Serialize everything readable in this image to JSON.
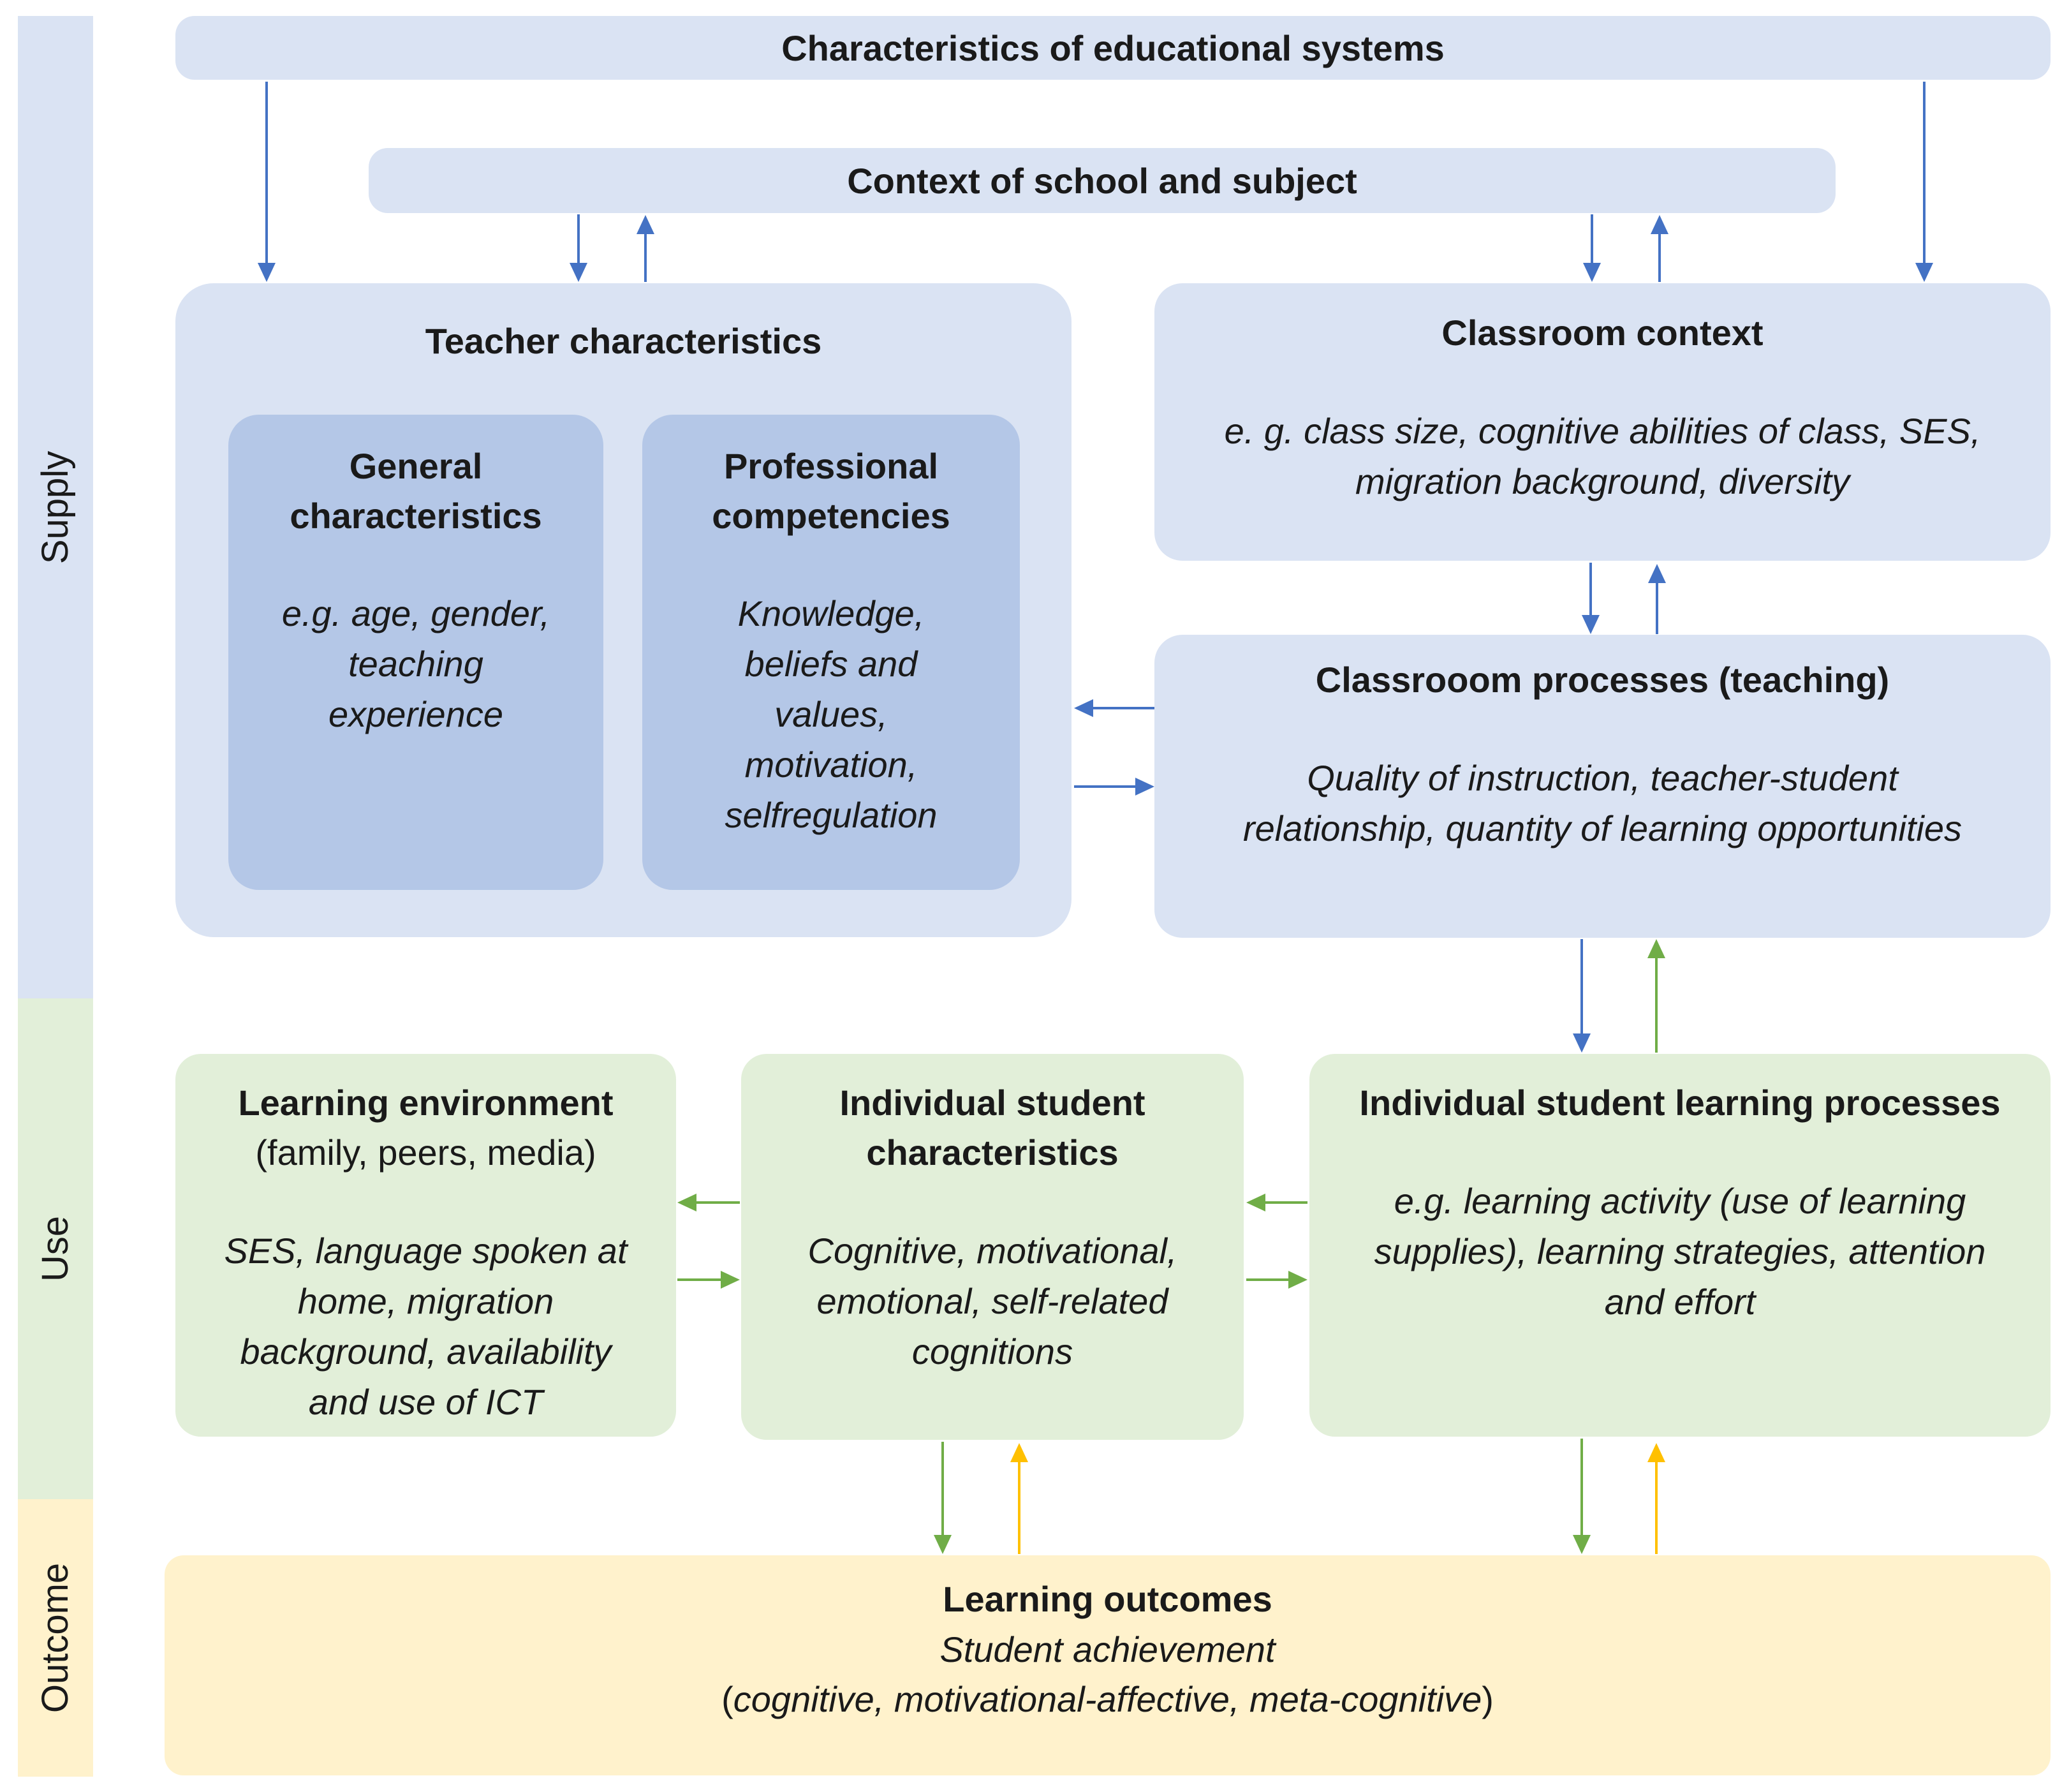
{
  "bands": {
    "supply": "Supply",
    "use": "Use",
    "outcome": "Outcome"
  },
  "educational_systems": "Characteristics of educational systems",
  "school_context": "Context of school and subject",
  "teacher": {
    "title": "Teacher characteristics",
    "general": {
      "title_line1": "General",
      "title_line2": "characteristics",
      "desc": [
        "e.g. age, gender,",
        "teaching",
        "experience"
      ]
    },
    "professional": {
      "title_line1": "Professional",
      "title_line2": "competencies",
      "desc": [
        "Knowledge,",
        "beliefs and",
        "values,",
        "motivation,",
        "selfregulation"
      ]
    }
  },
  "classroom_context": {
    "title": "Classroom context",
    "desc": [
      "e. g. class size, cognitive abilities of class, SES,",
      "migration background, diversity"
    ]
  },
  "classroom_processes": {
    "title": "Classrooom processes (teaching)",
    "desc": [
      "Quality of instruction, teacher-student",
      "relationship, quantity of learning opportunities"
    ]
  },
  "learning_environment": {
    "title": "Learning environment",
    "subtitle": "(family, peers, media)",
    "desc": [
      "SES, language spoken at",
      "home, migration",
      "background, availability",
      "and use of ICT"
    ]
  },
  "student_characteristics": {
    "title_line1": "Individual student",
    "title_line2": "characteristics",
    "desc": [
      "Cognitive, motivational,",
      "emotional, self-related",
      "cognitions"
    ]
  },
  "student_processes": {
    "title": "Individual student learning processes",
    "desc": [
      "e.g. learning activity (use of learning",
      "supplies), learning strategies, attention",
      "and effort"
    ]
  },
  "outcomes": {
    "title": "Learning outcomes",
    "line1": "Student achievement",
    "line2_open": "(",
    "line2_italic": "cognitive, motivational-affective, meta-cognitive",
    "line2_close": ")"
  },
  "colors": {
    "supply": "#dae3f3",
    "supply_inner": "#b4c7e7",
    "use": "#e2efd9",
    "outcome": "#fff2cc",
    "arrow_blue": "#4472c4",
    "arrow_green": "#70ad47",
    "arrow_yellow": "#ffc000"
  }
}
